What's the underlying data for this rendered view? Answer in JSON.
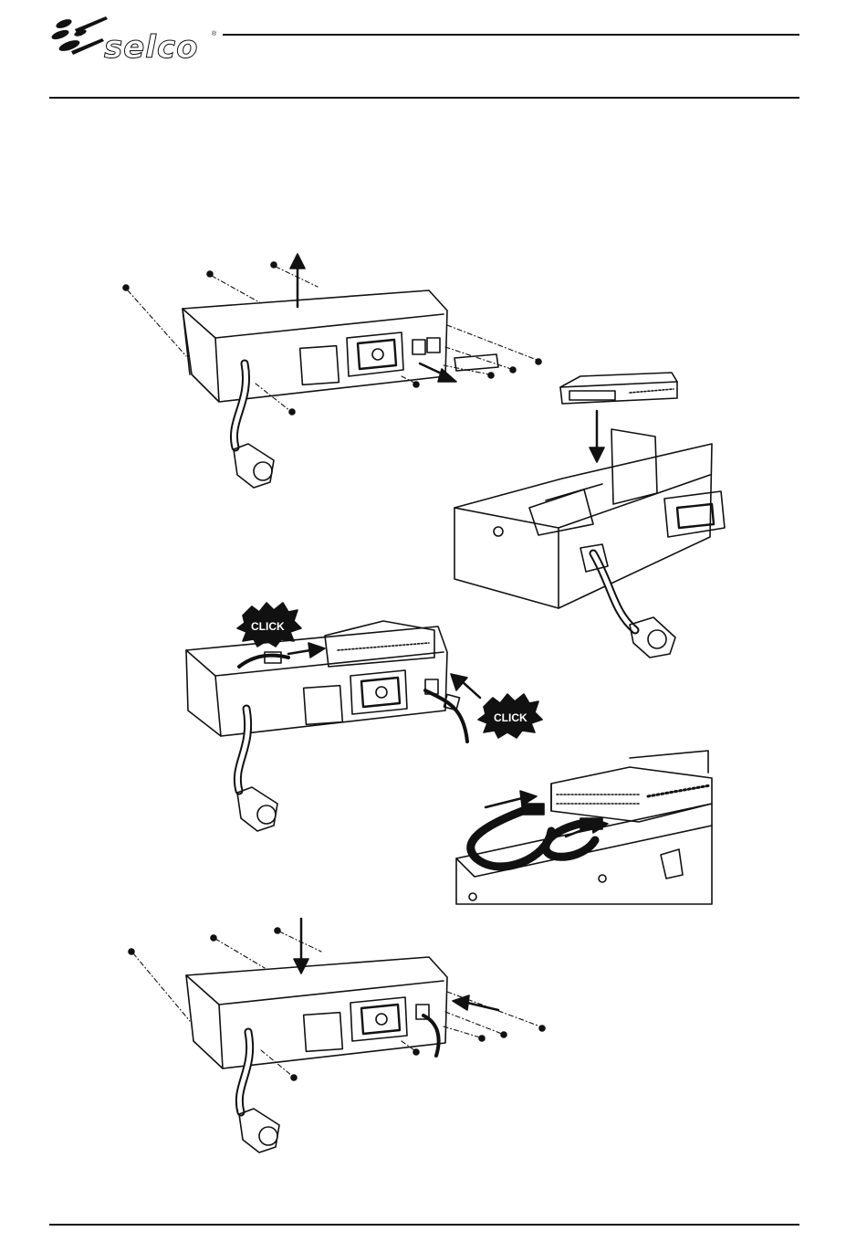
{
  "header": {
    "brand_name": "selco",
    "registered_mark": "®"
  },
  "illustrations": {
    "click_labels": [
      "CLICK",
      "CLICK"
    ],
    "steps": [
      {
        "name": "remove-cover"
      },
      {
        "name": "insert-module"
      },
      {
        "name": "connect-cables"
      },
      {
        "name": "cable-detail"
      },
      {
        "name": "refit-cover"
      }
    ]
  },
  "colors": {
    "ink": "#111111",
    "paper": "#ffffff"
  }
}
